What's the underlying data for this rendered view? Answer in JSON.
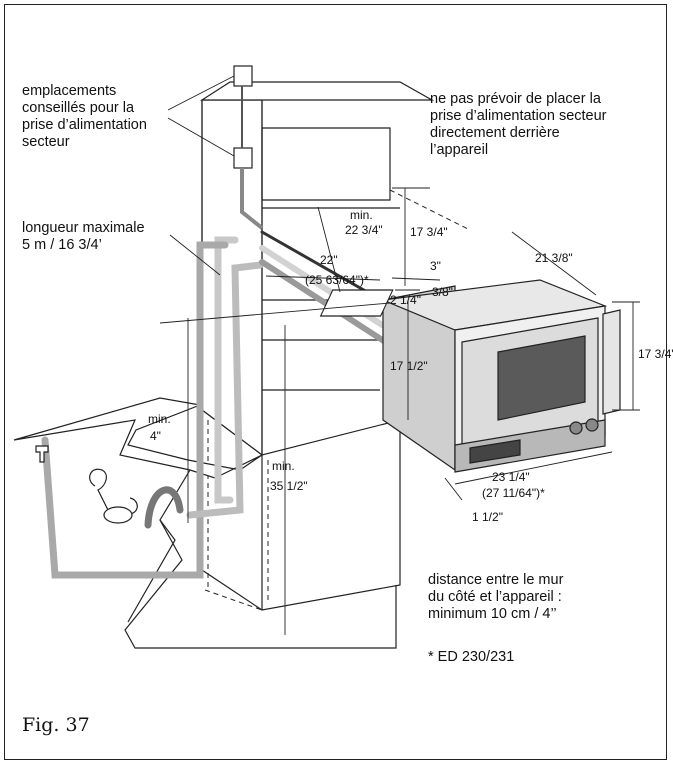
{
  "notes": {
    "outlets": [
      "emplacements",
      "conseillés pour la",
      "prise d’alimentation",
      "secteur"
    ],
    "no_outlet": [
      "ne pas prévoir de placer la",
      "prise d’alimentation secteur",
      "directement derrière",
      "l’appareil"
    ],
    "max_length": [
      "longueur maximale",
      "5 m / 16 3/4’"
    ],
    "side_distance": [
      "distance entre le mur",
      "du côté et l’appareil :",
      "minimum 10 cm / 4’’"
    ],
    "footnote": "* ED 230/231"
  },
  "dimensions": {
    "min_depth": [
      "min.",
      "22 3/4\""
    ],
    "niche_height": "17 3/4\"",
    "oven_depth": "21 3/8\"",
    "inner_width": [
      "22\"",
      "(25 63/64\")*"
    ],
    "gap": "3\"",
    "offset_small": "3/8\"",
    "offset_side": "2 1/4\"",
    "front_height": "17 3/4\"",
    "oven_height": "17 1/2\"",
    "min_4": [
      "min.",
      "4\""
    ],
    "min_35": [
      "min.",
      "35 1/2\""
    ],
    "oven_width": [
      "23 1/4\"",
      "(27 11/64\")*"
    ],
    "bezel": "1 1/2\""
  },
  "figure_label": "Fig. 37"
}
